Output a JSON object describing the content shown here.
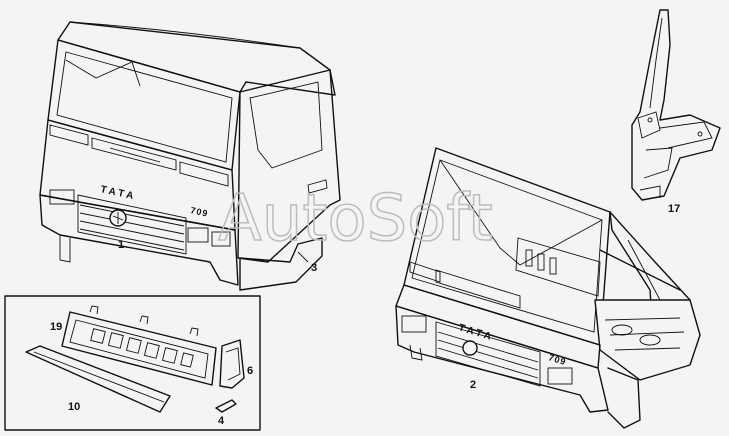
{
  "callouts": {
    "c1": "1",
    "c2": "2",
    "c3": "3",
    "c4": "4",
    "c6": "6",
    "c10": "10",
    "c17": "17",
    "c19": "19"
  },
  "brand": {
    "cab1_badge": "TATA",
    "cab1_model": "709",
    "cab2_badge": "TATA",
    "cab2_model": "709"
  },
  "watermark": "AutoSoft"
}
